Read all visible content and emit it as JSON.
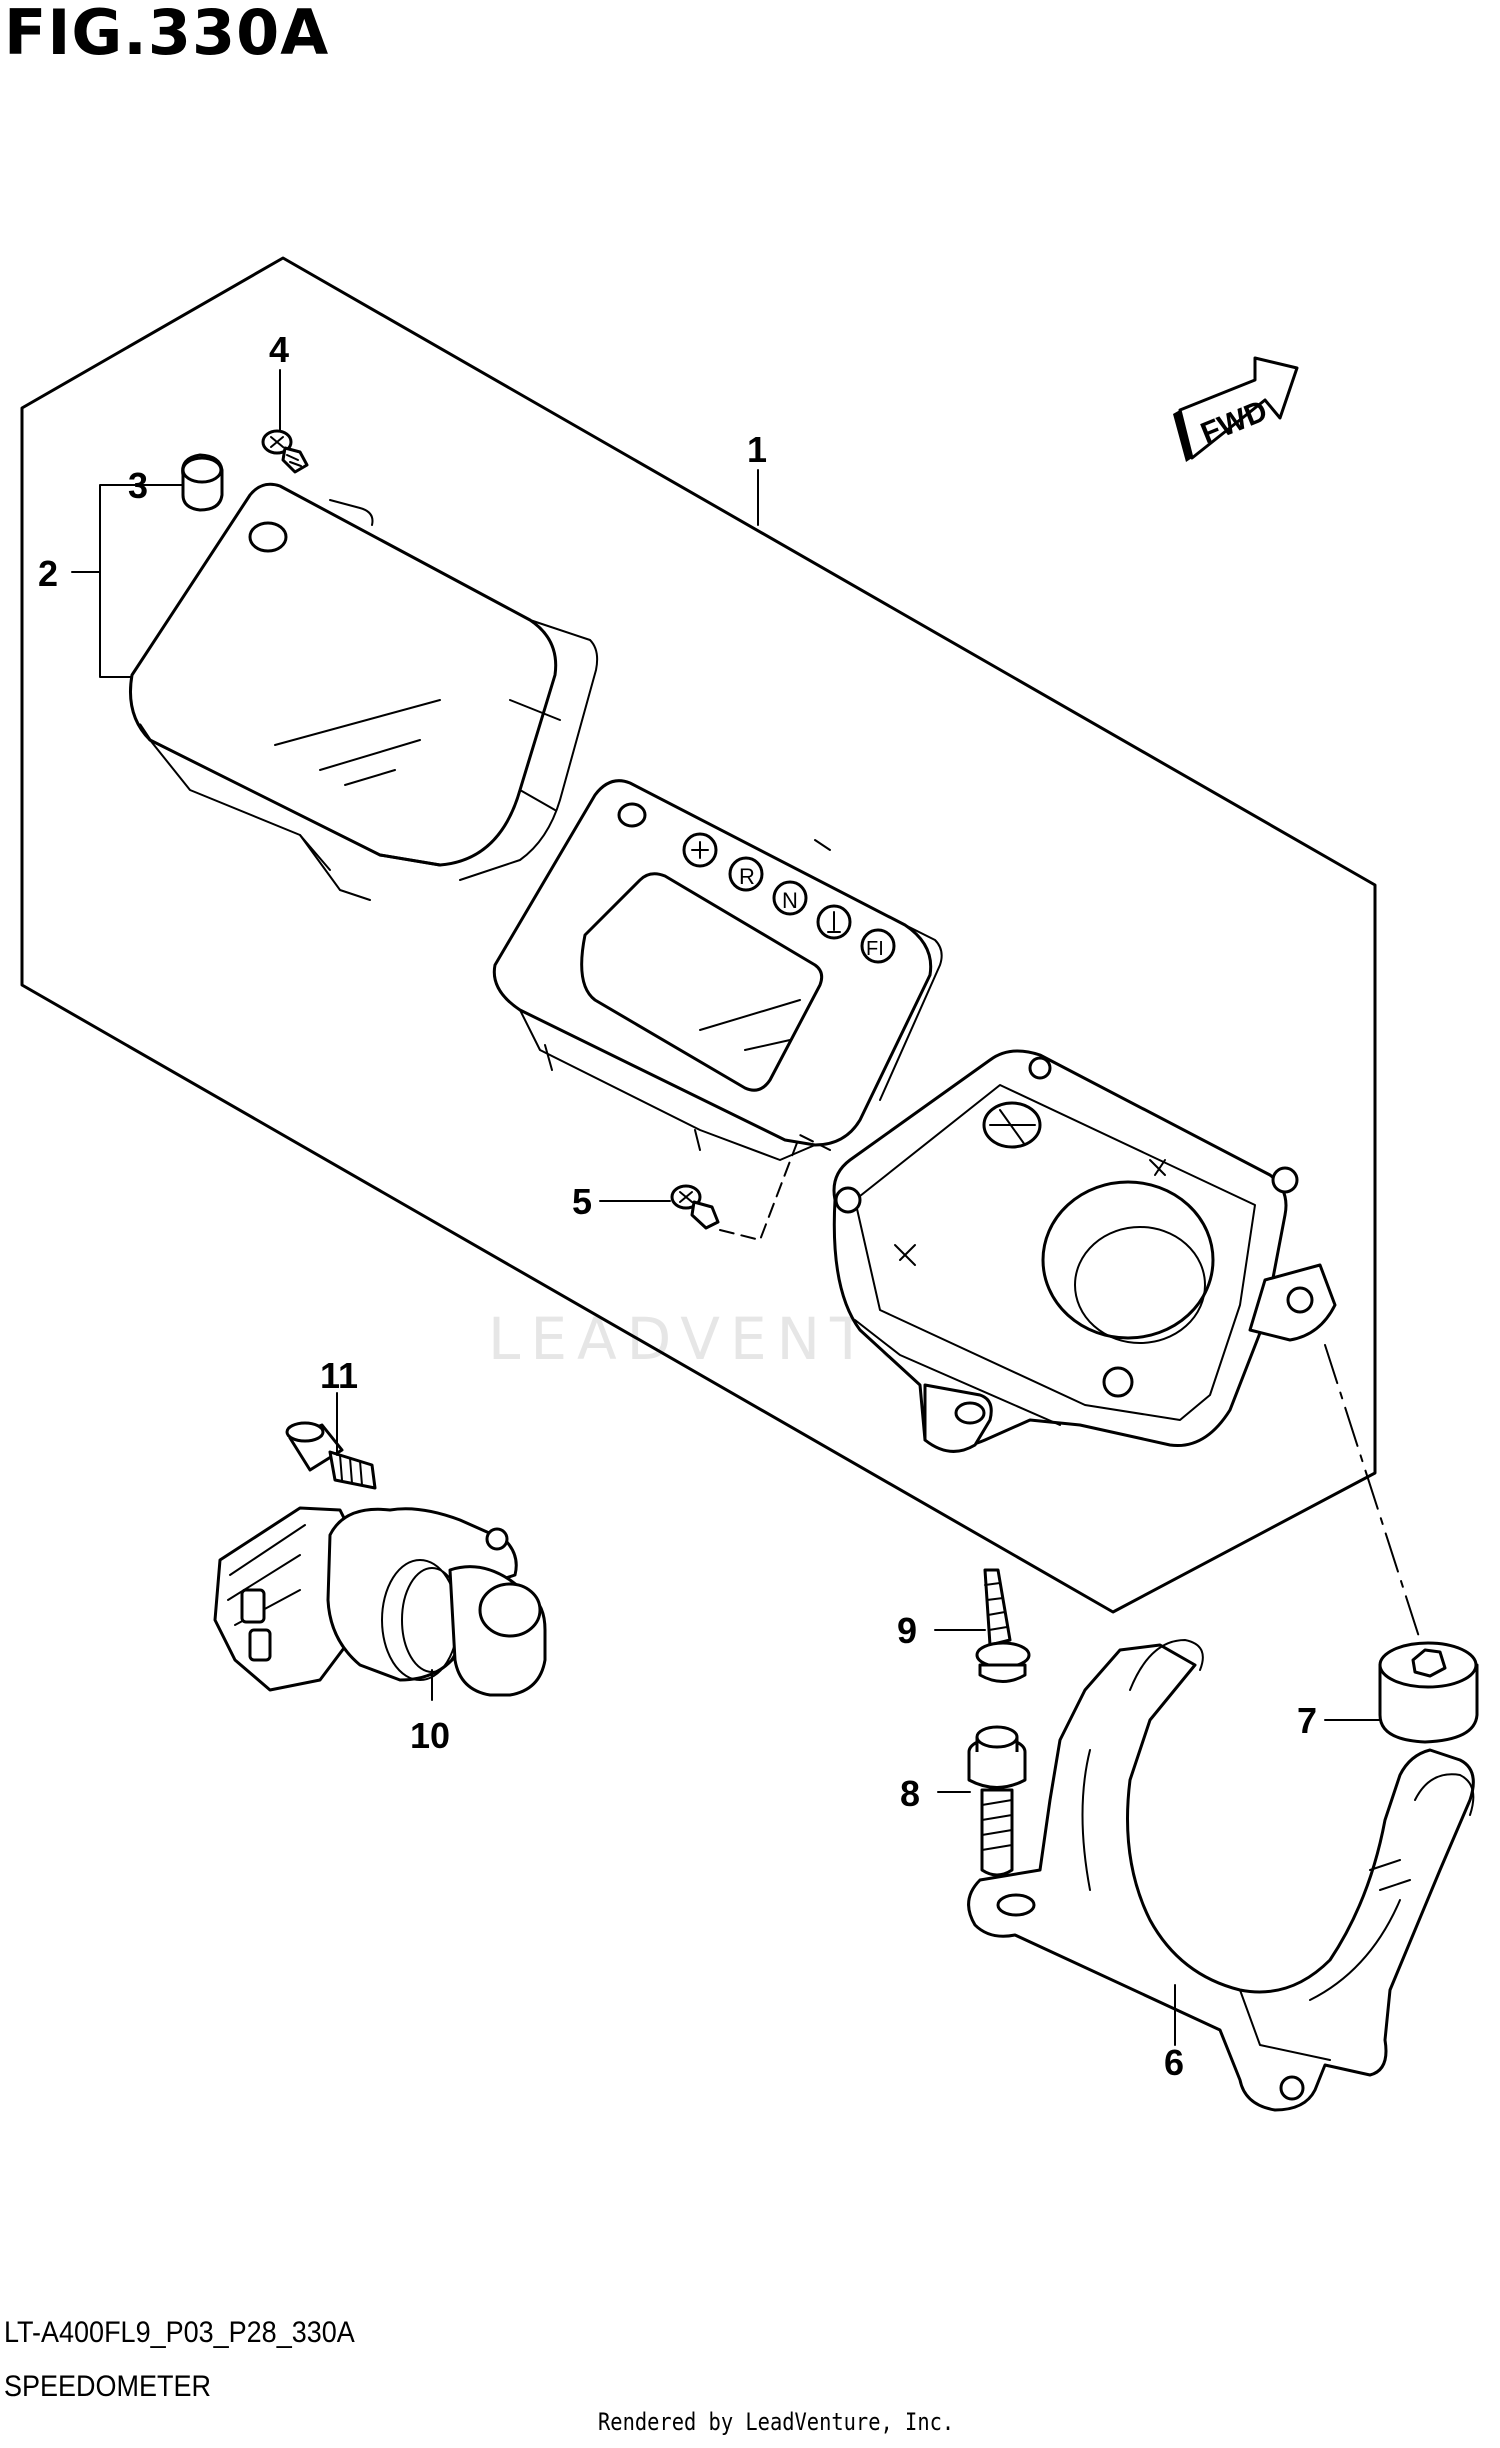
{
  "figure": {
    "title": "FIG.330A",
    "code": "LT-A400FL9_P03_P28_330A",
    "name": "SPEEDOMETER",
    "credit": "Rendered by LeadVenture, Inc.",
    "watermark": "LEADVENTURE"
  },
  "direction_marker": {
    "label": "FWD"
  },
  "indicator_labels": {
    "reverse": "R",
    "neutral": "N",
    "fuel_injection": "FI"
  },
  "callouts": [
    {
      "number": "1",
      "part": "speedometer-assembly"
    },
    {
      "number": "2",
      "part": "meter-case-cover"
    },
    {
      "number": "3",
      "part": "button-cap"
    },
    {
      "number": "4",
      "part": "case-screw"
    },
    {
      "number": "5",
      "part": "mounting-screw"
    },
    {
      "number": "6",
      "part": "meter-bracket"
    },
    {
      "number": "7",
      "part": "rubber-cushion"
    },
    {
      "number": "8",
      "part": "bracket-bolt"
    },
    {
      "number": "9",
      "part": "tapping-screw"
    },
    {
      "number": "10",
      "part": "speed-sensor"
    },
    {
      "number": "11",
      "part": "sensor-bolt"
    }
  ]
}
